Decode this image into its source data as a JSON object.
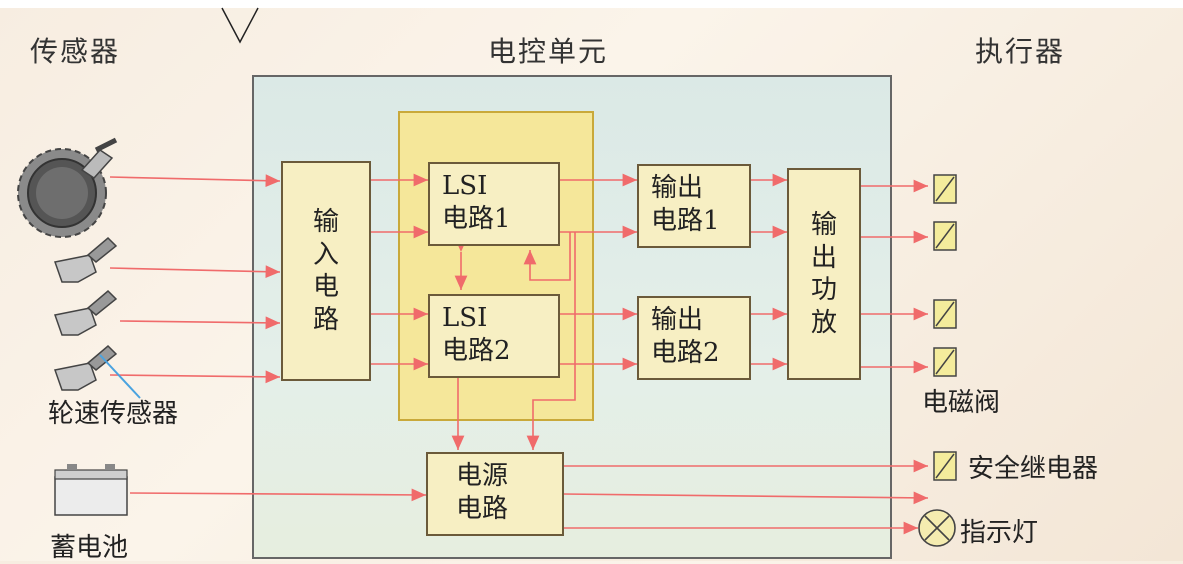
{
  "headers": {
    "sensors": "传感器",
    "ecu": "电控单元",
    "actuators": "执行器"
  },
  "blocks": {
    "input": [
      "输",
      "入",
      "电",
      "路"
    ],
    "lsi1": [
      "LSI",
      "电路1"
    ],
    "lsi2": [
      "LSI",
      "电路2"
    ],
    "out1": [
      "输出",
      "电路1"
    ],
    "out2": [
      "输出",
      "电路2"
    ],
    "power_amp": [
      "输",
      "出",
      "功",
      "放"
    ],
    "power": [
      "电源",
      "电路"
    ]
  },
  "labels": {
    "wheel_sensor": "轮速传感器",
    "battery": "蓄电池",
    "solenoid": "电磁阀",
    "relay": "安全继电器",
    "lamp": "指示灯"
  },
  "colors": {
    "wire": "#f06b6b",
    "ecu_bg": "#dbe9e6",
    "lsi_bg": "#f5e79a",
    "box_bg": "#f7efc3"
  }
}
